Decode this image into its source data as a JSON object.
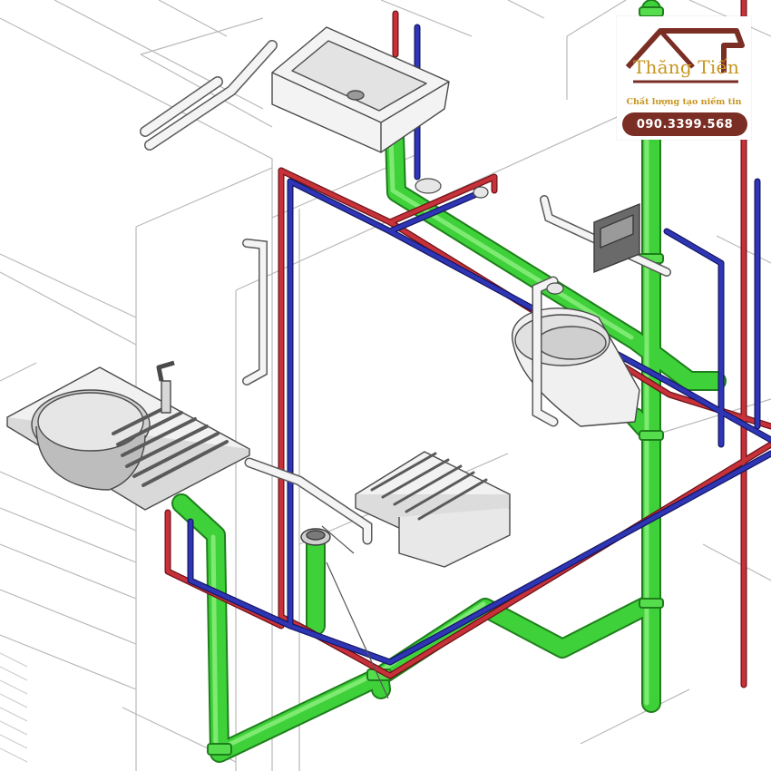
{
  "brand": {
    "name": "Thăng Tiến",
    "slogan": "Chất lượng tạo niềm tin",
    "phone": "090.3399.568",
    "colors": {
      "gold": "#c7951f",
      "maroon": "#7a2e24"
    },
    "icon": "house-roof-icon"
  },
  "diagram": {
    "subject": "bathroom-plumbing-isometric",
    "pipe_colors": {
      "drain": "#3fd13a",
      "hot_water": "#b5252d",
      "cold_water": "#2a2f9e"
    },
    "fixtures": [
      "wash-basin",
      "kitchen-sink",
      "toilet",
      "shower-seat",
      "floor-drain",
      "grab-bar",
      "flush-plate"
    ]
  }
}
